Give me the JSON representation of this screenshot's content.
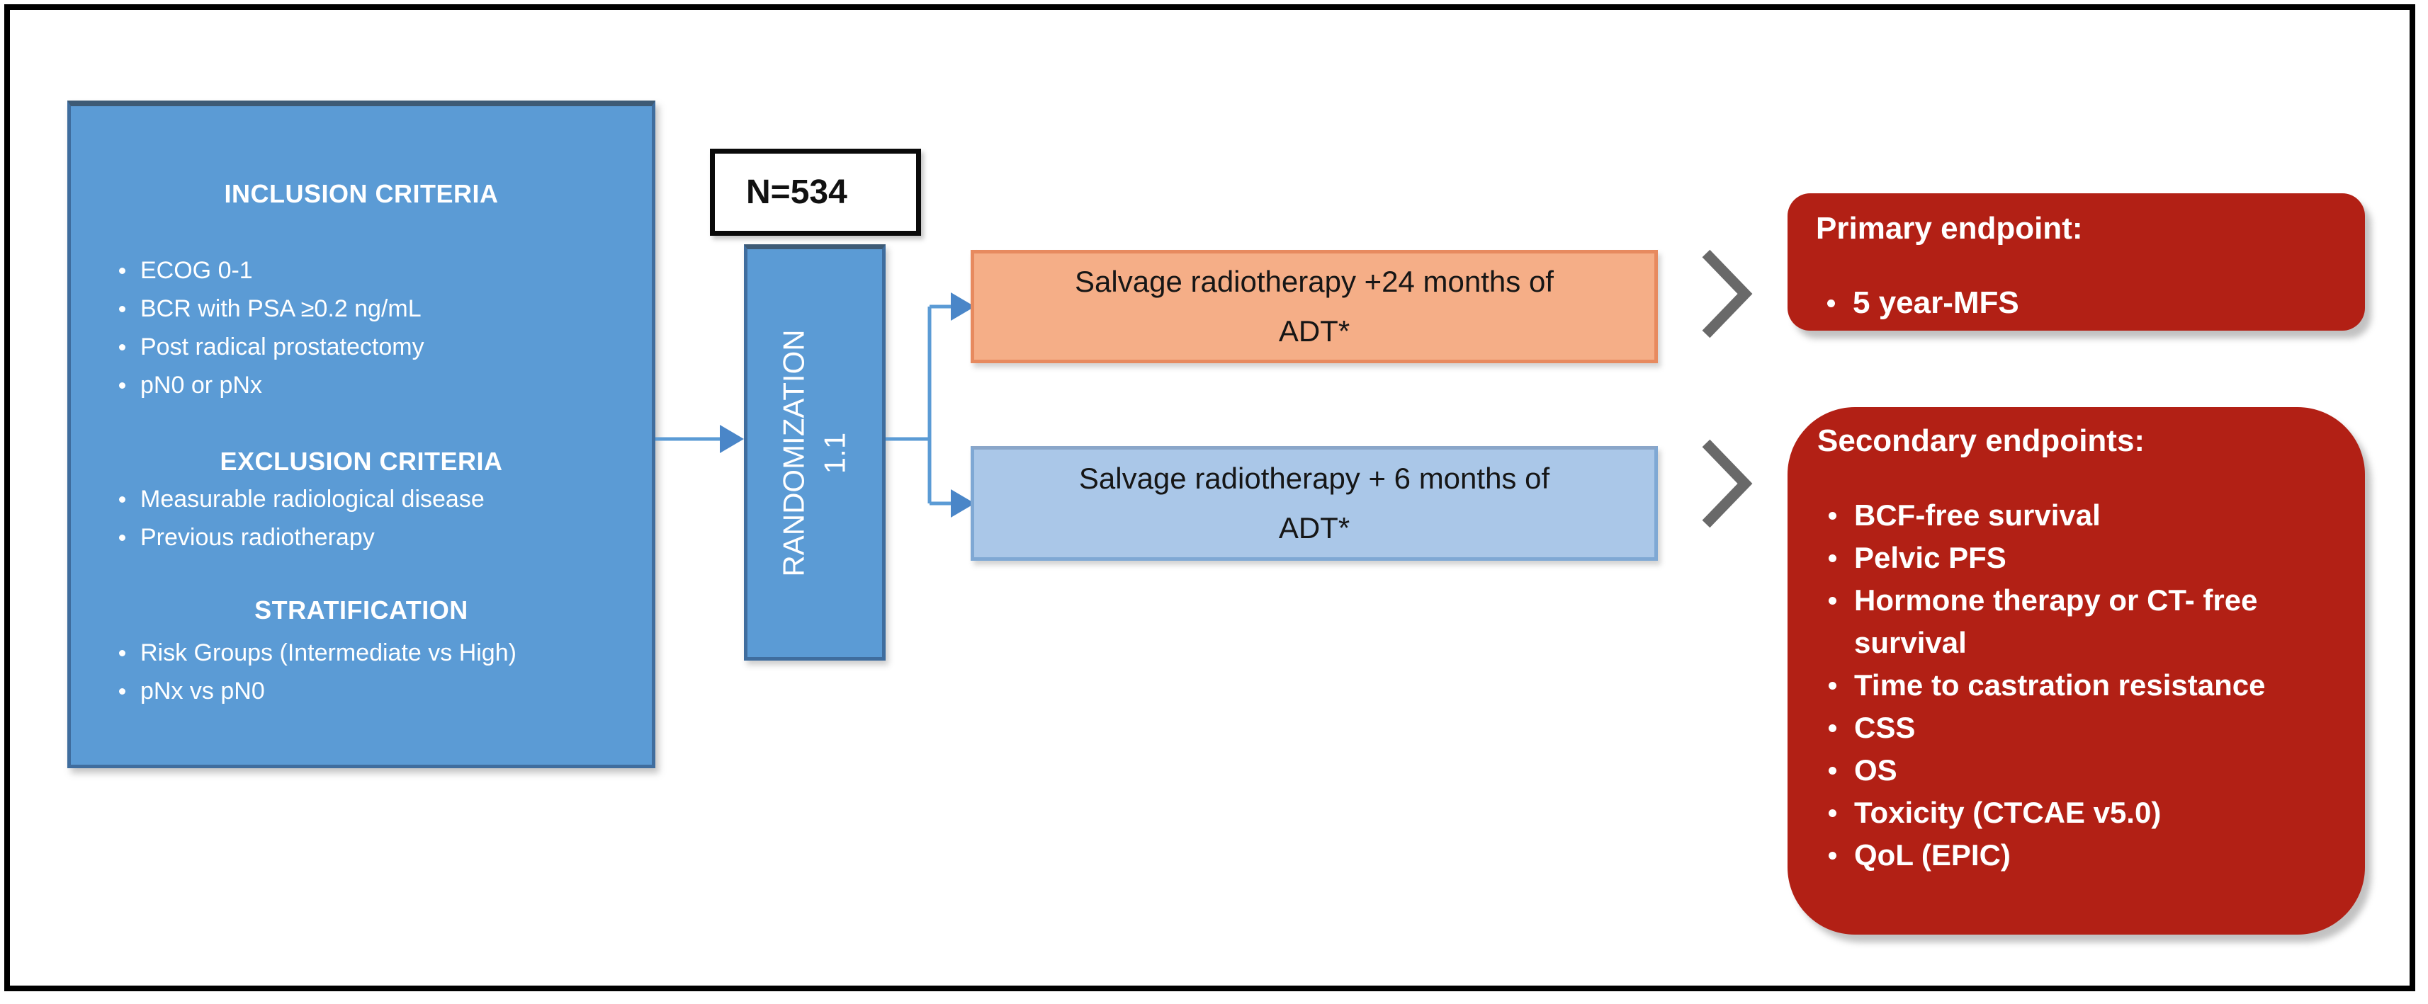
{
  "colors": {
    "blue": "#5b9bd5",
    "blue-border": "#3f6d9e",
    "arm-orange-fill": "#f5ae87",
    "arm-orange-border": "#e78a5f",
    "arm-blue-fill": "#aac7e8",
    "arm-blue-border": "#7fa8d4",
    "red": "#b22015",
    "connector": "#5b9bd5",
    "arrowhead": "#4a86c8",
    "chevron": "#696969"
  },
  "enrollment": {
    "label": "N=534"
  },
  "randomization": {
    "line1": "RANDOMIZATION",
    "line2": "1.1"
  },
  "criteria": {
    "sections": [
      {
        "heading": "INCLUSION CRITERIA",
        "items": [
          "ECOG 0-1",
          "BCR with PSA ≥0.2 ng/mL",
          "Post radical prostatectomy",
          "pN0 or pNx"
        ]
      },
      {
        "heading": "EXCLUSION CRITERIA",
        "items": [
          "Measurable radiological disease",
          "Previous radiotherapy"
        ]
      },
      {
        "heading": "STRATIFICATION",
        "items": [
          "Risk Groups (Intermediate vs High)",
          "pNx vs pN0"
        ]
      }
    ]
  },
  "arms": {
    "top": {
      "line1": "Salvage radiotherapy +24 months of",
      "line2": "ADT*"
    },
    "bottom": {
      "line1": "Salvage radiotherapy + 6 months of",
      "line2": "ADT*"
    }
  },
  "endpoints": {
    "primary": {
      "heading": "Primary endpoint:",
      "items": [
        "5 year-MFS"
      ]
    },
    "secondary": {
      "heading": "Secondary endpoints:",
      "items": [
        "BCF-free survival",
        "Pelvic PFS",
        "Hormone therapy or CT- free survival",
        "Time to castration resistance",
        "CSS",
        "OS",
        "Toxicity (CTCAE v5.0)",
        "QoL (EPIC)"
      ]
    }
  }
}
